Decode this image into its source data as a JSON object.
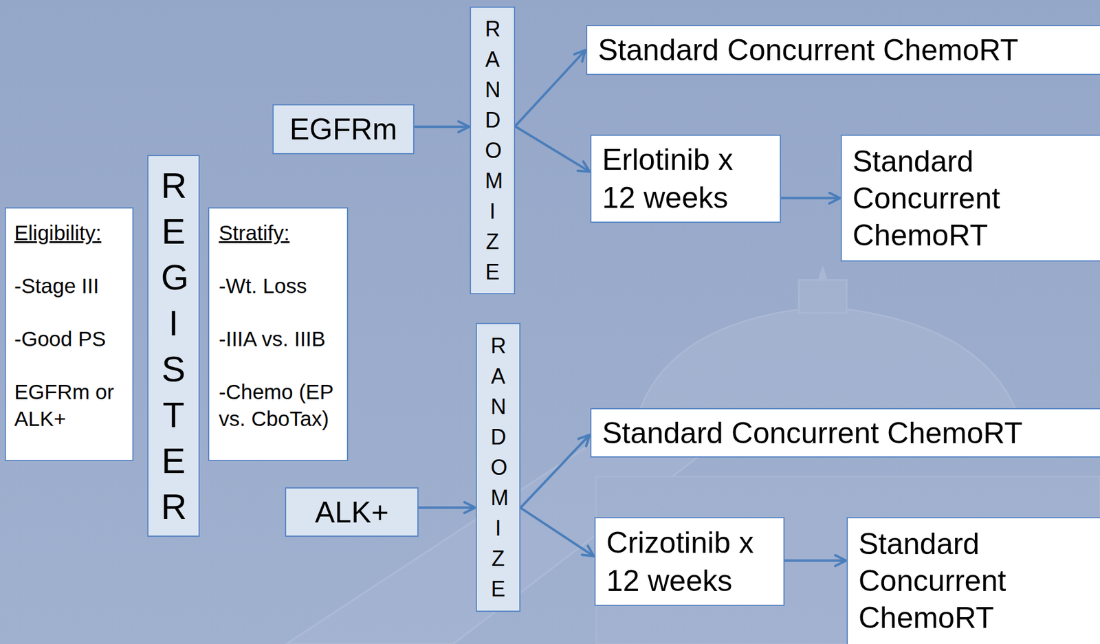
{
  "diagram": {
    "nodes": [
      {
        "text": [
          "Eligibility:",
          "-Stage III",
          "-Good PS",
          "EGFRm or ALK+"
        ]
      },
      {
        "text": [
          "REGISTER"
        ]
      },
      {
        "text": [
          "Stratify:",
          "-Wt. Loss",
          "-IIIA vs. IIIB",
          "-Chemo (EP vs. CboTax)"
        ]
      },
      {
        "text": [
          "EGFRm"
        ]
      },
      {
        "text": [
          "RANDOMIZE"
        ]
      },
      {
        "text": [
          "Standard Concurrent ChemoRT"
        ]
      },
      {
        "text": [
          "Erlotinib x 12 weeks"
        ]
      },
      {
        "text": [
          "Standard Concurrent ChemoRT"
        ]
      },
      {
        "text": [
          "ALK+"
        ]
      },
      {
        "text": [
          "RANDOMIZE"
        ]
      },
      {
        "text": [
          "Standard Concurrent ChemoRT"
        ]
      },
      {
        "text": [
          "Crizotinib x 12 weeks"
        ]
      },
      {
        "text": [
          "Standard Concurrent ChemoRT"
        ]
      }
    ],
    "edges": [
      {
        "from": 3,
        "to": 4,
        "arrow": "to"
      },
      {
        "from": 4,
        "to": 5,
        "arrow": "to"
      },
      {
        "from": 4,
        "to": 6,
        "arrow": "to"
      },
      {
        "from": 6,
        "to": 7,
        "arrow": "to"
      },
      {
        "from": 8,
        "to": 9,
        "arrow": "to"
      },
      {
        "from": 9,
        "to": 10,
        "arrow": "to"
      },
      {
        "from": 9,
        "to": 11,
        "arrow": "to"
      },
      {
        "from": 11,
        "to": 12,
        "arrow": "to"
      }
    ]
  }
}
